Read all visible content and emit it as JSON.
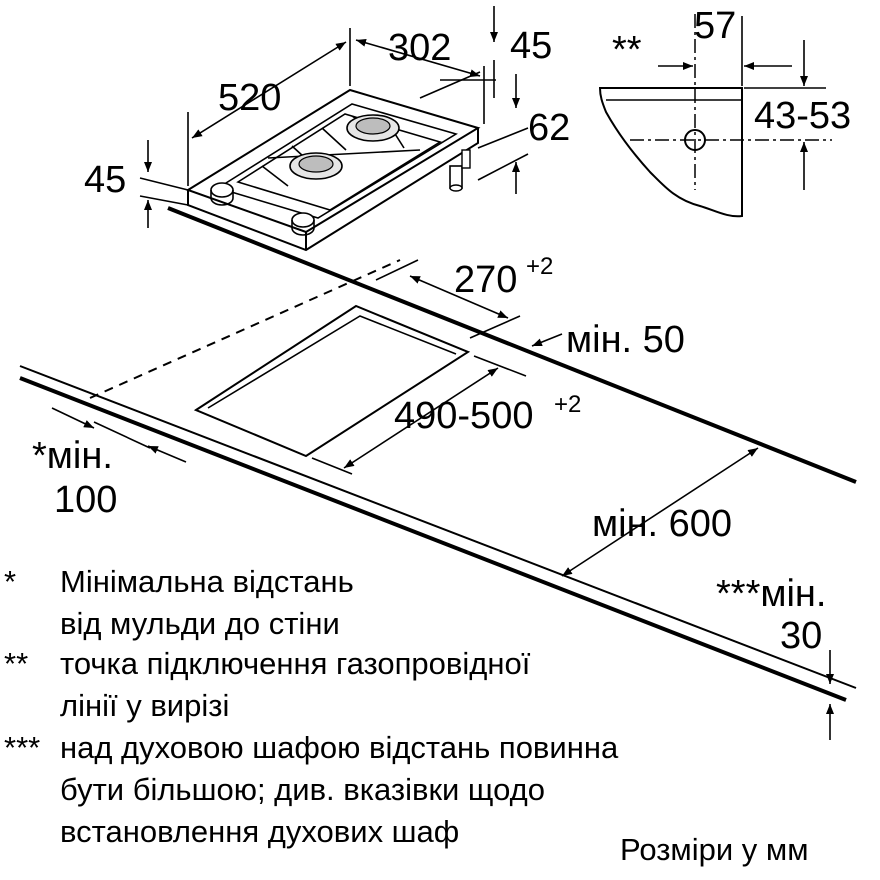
{
  "dimensions": {
    "depth": "520",
    "width": "302",
    "burner_offset": "45",
    "height": "62",
    "front_offset": "45",
    "gas_side": "57",
    "gas_height": "43-53",
    "gas_marker": "**",
    "cutout_width": "270",
    "cutout_width_tol": "+2",
    "cutout_depth": "490-500",
    "cutout_depth_tol": "+2",
    "rear_clearance": "мін. 50",
    "wall_marker": "*мін.",
    "wall_value": "100",
    "worktop_depth": "мін. 600",
    "oven_marker": "***мін.",
    "oven_value": "30"
  },
  "notes": [
    {
      "marker": "*",
      "lines": [
        "Мінімальна відстань",
        "від мульди до стіни"
      ]
    },
    {
      "marker": "**",
      "lines": [
        "точка підключення газопровідної",
        "лінії у вирізі"
      ]
    },
    {
      "marker": "***",
      "lines": [
        "над духовою шафою відстань повинна",
        "бути більшою; див. вказівки щодо",
        "встановлення духових шаф"
      ]
    }
  ],
  "units_caption": "Розміри у мм"
}
